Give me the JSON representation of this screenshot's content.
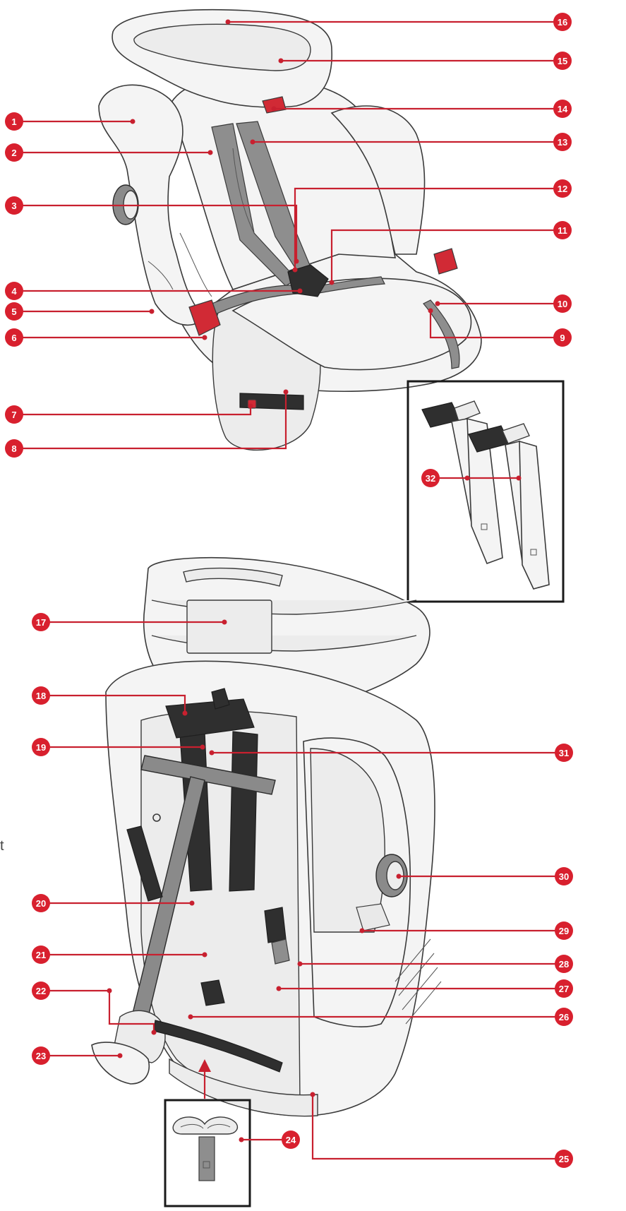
{
  "callouts": [
    {
      "id": "c1",
      "label": "1"
    },
    {
      "id": "c2",
      "label": "2"
    },
    {
      "id": "c3",
      "label": "3"
    },
    {
      "id": "c4",
      "label": "4"
    },
    {
      "id": "c5",
      "label": "5"
    },
    {
      "id": "c6",
      "label": "6"
    },
    {
      "id": "c7",
      "label": "7"
    },
    {
      "id": "c8",
      "label": "8"
    },
    {
      "id": "c9",
      "label": "9"
    },
    {
      "id": "c10",
      "label": "10"
    },
    {
      "id": "c11",
      "label": "11"
    },
    {
      "id": "c12",
      "label": "12"
    },
    {
      "id": "c13",
      "label": "13"
    },
    {
      "id": "c14",
      "label": "14"
    },
    {
      "id": "c15",
      "label": "15"
    },
    {
      "id": "c16",
      "label": "16"
    },
    {
      "id": "c17",
      "label": "17"
    },
    {
      "id": "c18",
      "label": "18"
    },
    {
      "id": "c19",
      "label": "19"
    },
    {
      "id": "c20",
      "label": "20"
    },
    {
      "id": "c21",
      "label": "21"
    },
    {
      "id": "c22",
      "label": "22"
    },
    {
      "id": "c23",
      "label": "23"
    },
    {
      "id": "c24",
      "label": "24"
    },
    {
      "id": "c25",
      "label": "25"
    },
    {
      "id": "c26",
      "label": "26"
    },
    {
      "id": "c27",
      "label": "27"
    },
    {
      "id": "c28",
      "label": "28"
    },
    {
      "id": "c29",
      "label": "29"
    },
    {
      "id": "c30",
      "label": "30"
    },
    {
      "id": "c31",
      "label": "31"
    },
    {
      "id": "c32",
      "label": "32"
    }
  ],
  "stray_text": "t",
  "colors": {
    "accent": "#d8202e",
    "leader": "#c8202f",
    "strap": "#8e8e8e",
    "frame": "#1a1a1a"
  },
  "icons": [
    "child-car-seat-front-view-illustration",
    "child-car-seat-rear-view-illustration",
    "seat-belt-straps-inset",
    "adjuster-buckle-inset"
  ]
}
